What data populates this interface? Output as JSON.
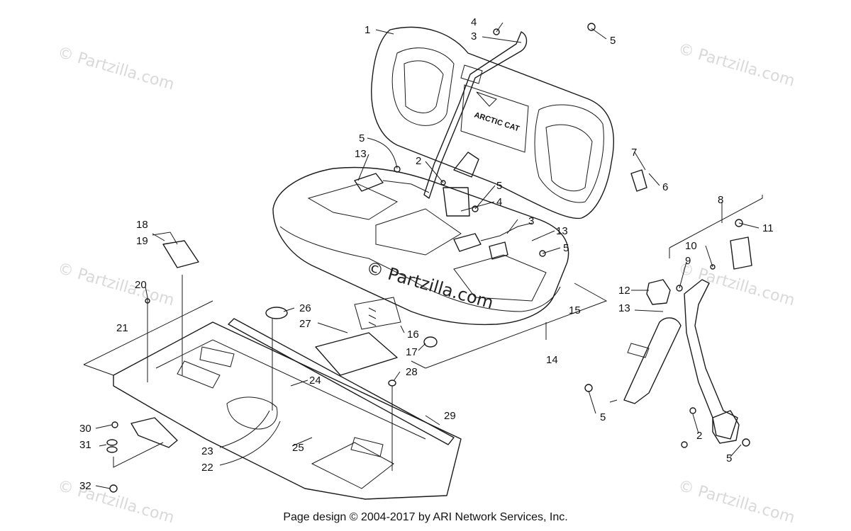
{
  "watermark": "© Partzilla.com",
  "seat_logo_text": "ARCTIC CAT",
  "footer": "Page design © 2004-2017 by ARI Network Services, Inc.",
  "callouts": {
    "c1": "1",
    "c2a": "2",
    "c2b": "2",
    "c3a": "3",
    "c3b": "3",
    "c4a": "4",
    "c4b": "4",
    "c5a": "5",
    "c5b": "5",
    "c5c": "5",
    "c5d": "5",
    "c5e": "5",
    "c5f": "5",
    "c6": "6",
    "c7": "7",
    "c8": "8",
    "c9": "9",
    "c10": "10",
    "c11": "11",
    "c12": "12",
    "c13a": "13",
    "c13b": "13",
    "c13c": "13",
    "c14": "14",
    "c15": "15",
    "c16": "16",
    "c17": "17",
    "c18": "18",
    "c19": "19",
    "c20": "20",
    "c21": "21",
    "c22": "22",
    "c23": "23",
    "c24": "24",
    "c25": "25",
    "c26": "26",
    "c27": "27",
    "c28": "28",
    "c29": "29",
    "c30": "30",
    "c31": "31",
    "c32": "32"
  }
}
